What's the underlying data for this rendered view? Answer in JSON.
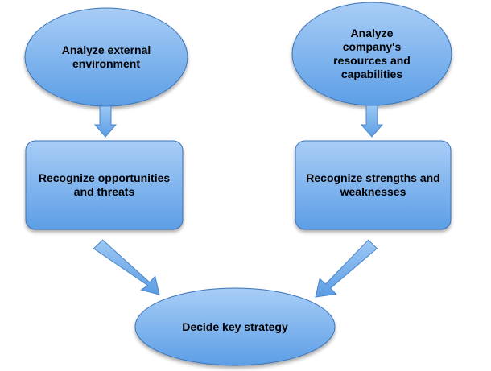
{
  "nodes": {
    "analyze_external": "Analyze external\nenvironment",
    "analyze_company": "Analyze\ncompany's\nresources and\ncapabilities",
    "recognize_opportunities": "Recognize opportunities\nand threats",
    "recognize_strengths": "Recognize strengths and\nweaknesses",
    "decide_strategy": "Decide key strategy"
  },
  "colors": {
    "shape_fill_top": "#a8cdf6",
    "shape_fill_bottom": "#5c9ee6",
    "shape_stroke": "#3c75b9",
    "arrow_fill_top": "#9cc8f4",
    "arrow_fill_bottom": "#5d9de4",
    "arrow_stroke": "#4a86c8"
  }
}
